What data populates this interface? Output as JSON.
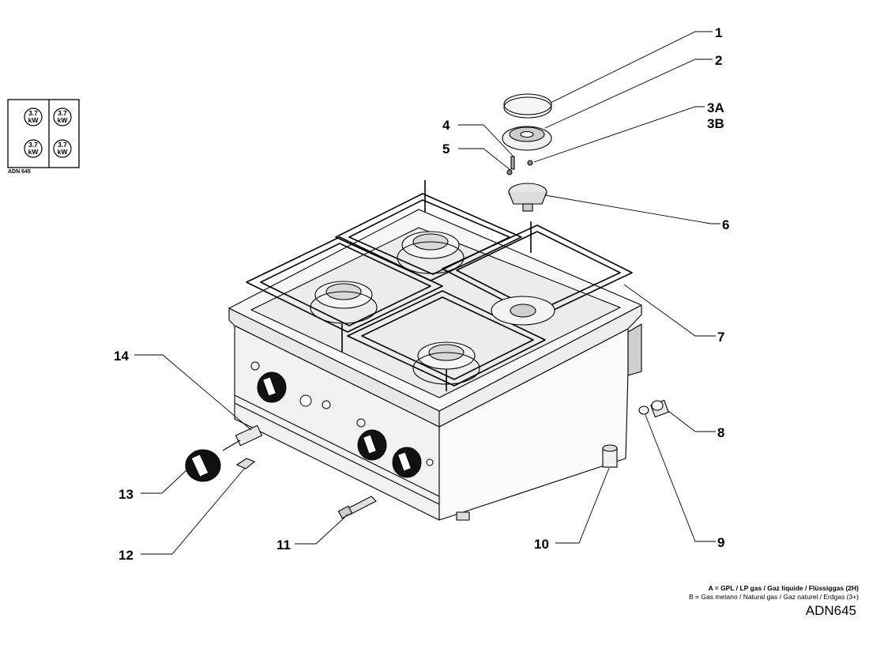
{
  "burner_map": {
    "model": "ADN 645",
    "burners": [
      {
        "power": "3.7",
        "unit": "kW"
      },
      {
        "power": "3.7",
        "unit": "kW"
      },
      {
        "power": "3.7",
        "unit": "kW"
      },
      {
        "power": "3.7",
        "unit": "kW"
      }
    ]
  },
  "callouts": [
    {
      "label": "1"
    },
    {
      "label": "2"
    },
    {
      "label": "3A"
    },
    {
      "label": "3B"
    },
    {
      "label": "4"
    },
    {
      "label": "5"
    },
    {
      "label": "6"
    },
    {
      "label": "7"
    },
    {
      "label": "8"
    },
    {
      "label": "9"
    },
    {
      "label": "10"
    },
    {
      "label": "11"
    },
    {
      "label": "12"
    },
    {
      "label": "13"
    },
    {
      "label": "14"
    }
  ],
  "legend": {
    "a": "A = GPL / LP gas / Gaz liquide / Flüssiggas (2H)",
    "b": "B = Gas metano / Natural gas / Gaz naturel / Erdgas (3+)"
  },
  "model_code": "ADN645",
  "colors": {
    "line": "#000000",
    "steel": "#e6e6e6",
    "steel_dark": "#bdbdbd",
    "knob": "#111111"
  }
}
